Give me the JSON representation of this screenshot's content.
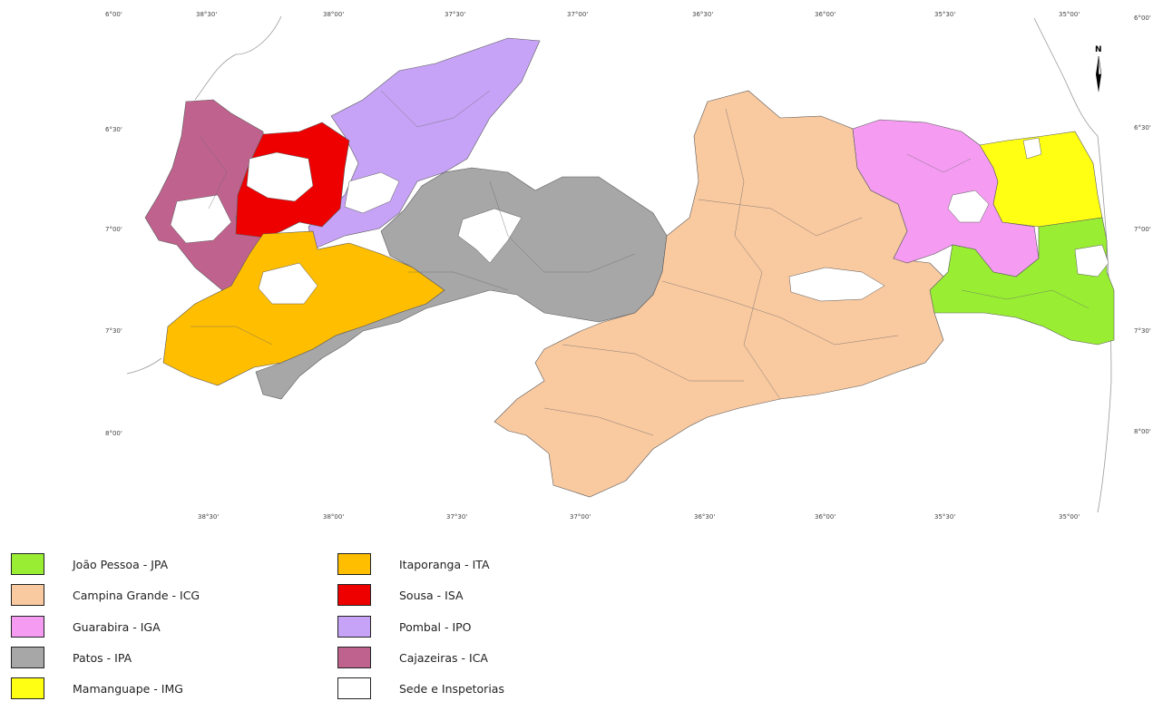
{
  "map": {
    "top_ticks": [
      "6°00'",
      "38°30'",
      "38°00'",
      "37°30'",
      "37°00'",
      "36°30'",
      "36°00'",
      "35°30'",
      "35°00'",
      "6°00'"
    ],
    "bottom_ticks": [
      "38°30'",
      "38°00'",
      "37°30'",
      "37°00'",
      "36°30'",
      "36°00'",
      "35°30'",
      "35°00'"
    ],
    "left_ticks": [
      "6°30'",
      "7°00'",
      "7°30'",
      "8°00'"
    ],
    "right_ticks": [
      "6°30'",
      "7°00'",
      "7°30'",
      "8°00'"
    ],
    "north_label": "N"
  },
  "legend": {
    "items": [
      {
        "label": "João Pessoa - JPA",
        "color": "#99ee33"
      },
      {
        "label": "Campina Grande - ICG",
        "color": "#f9c9a0"
      },
      {
        "label": "Guarabira - IGA",
        "color": "#f59cf2"
      },
      {
        "label": "Patos - IPA",
        "color": "#a7a7a7"
      },
      {
        "label": "Mamanguape - IMG",
        "color": "#ffff14"
      },
      {
        "label": "Itaporanga - ITA",
        "color": "#ffbe00"
      },
      {
        "label": "Sousa - ISA",
        "color": "#ee0000"
      },
      {
        "label": "Pombal - IPO",
        "color": "#c7a3f7"
      },
      {
        "label": "Cajazeiras - ICA",
        "color": "#c0628e"
      },
      {
        "label": "Sede e Inspetorias",
        "color": "#ffffff"
      }
    ]
  }
}
